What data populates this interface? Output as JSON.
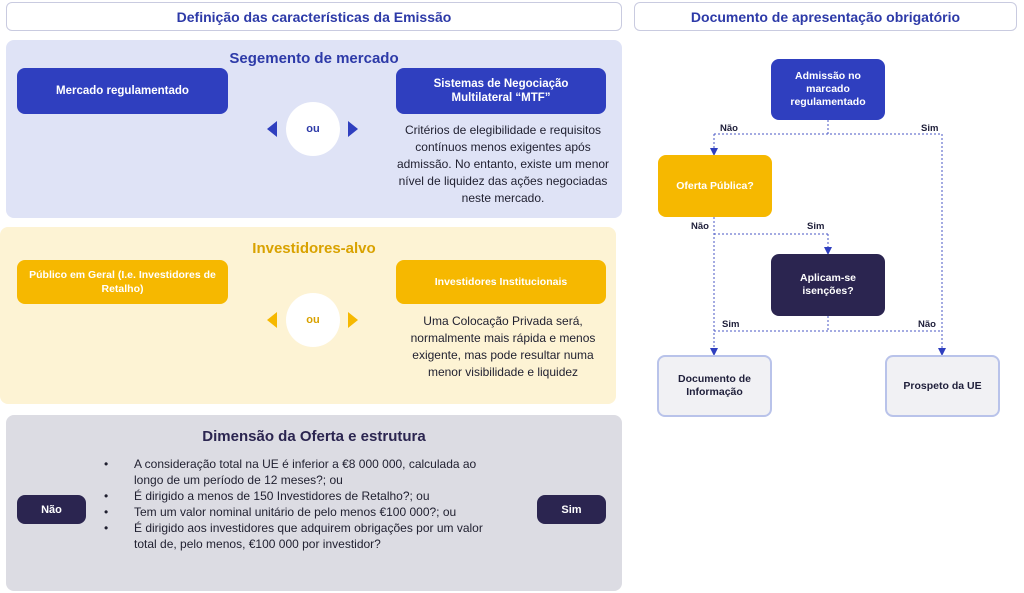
{
  "left_header": "Definição das características da Emissão",
  "right_header": "Documento de apresentação obrigatório",
  "segment": {
    "title": "Segemento de mercado",
    "option_left": "Mercado regulamentado",
    "option_right": "Sistemas de Negociação Multilateral “MTF”",
    "or_label": "ou",
    "description": "Critérios de elegibilidade e requisitos contínuos menos exigentes após admissão. No entanto, existe um menor nível de liquidez das ações negociadas neste mercado."
  },
  "investors": {
    "title": "Investidores-alvo",
    "option_left": "Público em Geral (I.e. Investidores de Retalho)",
    "option_right": "Investidores Institucionais",
    "or_label": "ou",
    "description": "Uma Colocação Privada será, normalmente mais rápida e menos exigente, mas pode resultar numa menor visibilidade e liquidez"
  },
  "offer": {
    "title": "Dimensão da Oferta e estrutura",
    "no_label": "Não",
    "yes_label": "Sim",
    "bullets": [
      "A consideração total na UE é inferior a €8 000 000, calculada ao longo de um período de 12 meses?; ou",
      "É dirigido a menos de 150 Investidores de Retalho?; ou",
      "Tem um valor nominal unitário de pelo menos €100 000?; ou",
      "É dirigido aos investidores que adquirem obrigações por um valor total de, pelo menos, €100 000 por investidor?"
    ]
  },
  "flow": {
    "admission": "Admissão no marcado regulamentado",
    "public_offer": "Oferta Pública?",
    "exemptions": "Aplicam-se isenções?",
    "info_doc": "Documento de Informação",
    "prospectus": "Prospeto da UE",
    "label_nao_1": "Não",
    "label_sim_1": "Sim",
    "label_nao_2": "Não",
    "label_sim_2": "Sim",
    "label_sim_3": "Sim",
    "label_nao_3": "Não"
  },
  "colors": {
    "blue": "#2f3fbf",
    "yellow": "#f6b800",
    "navy": "#2b2550",
    "panel_blue": "#dfe3f6",
    "panel_yellow": "#fdf3d4",
    "panel_grey": "#dcdce3"
  }
}
